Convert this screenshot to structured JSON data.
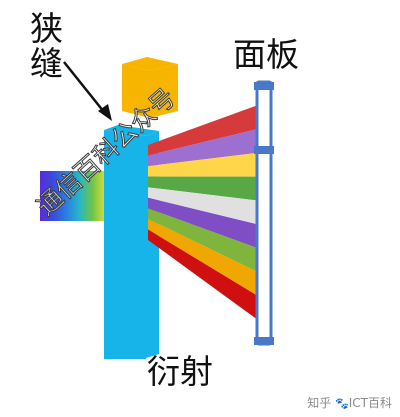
{
  "labels": {
    "slit": "狭缝",
    "panel": "面板",
    "diffraction": "衍射"
  },
  "watermark": "通信百科公众号",
  "footer": {
    "zhihu": "知乎",
    "author": "ICT百科"
  },
  "colors": {
    "slit_block": "#f7b500",
    "blue_block": "#17b4ea",
    "panel_frame": "#4a78c9",
    "bands_top_to_bottom": [
      "#d63a3a",
      "#9c6fd0",
      "#ffd54a",
      "#5aa746",
      "#e0e0e0",
      "#7f4ec4",
      "#7fb43d",
      "#f0a800",
      "#d01010"
    ],
    "spectrum_gradient": [
      "#5b2bd8",
      "#3b4bdb",
      "#2b7de0",
      "#26b5c9",
      "#6cc44a",
      "#d5dd3a"
    ]
  },
  "icons": {
    "footer": "paw-icon"
  }
}
